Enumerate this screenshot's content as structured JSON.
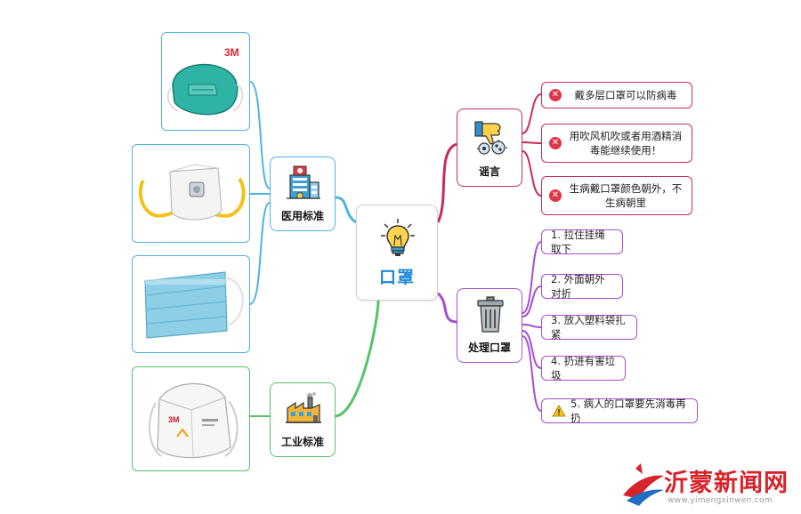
{
  "center": {
    "title": "口罩",
    "icon": "lightbulb-icon"
  },
  "branches": {
    "myths": {
      "label": "谣言",
      "icon": "thumbs-down-virus-icon",
      "color": "#c62d5a"
    },
    "disposal": {
      "label": "处理口罩",
      "icon": "trash-can-icon",
      "color": "#a64fd0"
    },
    "medical": {
      "label": "医用标准",
      "icon": "hospital-icon",
      "color": "#4fb3e0"
    },
    "industrial": {
      "label": "工业标准",
      "icon": "factory-icon",
      "color": "#56c26a"
    }
  },
  "myths": [
    {
      "text": "戴多层口罩可以防病毒"
    },
    {
      "text": "用吹风机吹或者用酒精消毒能继续使用！"
    },
    {
      "text": "生病戴口罩颜色朝外，不生病朝里"
    }
  ],
  "steps": [
    {
      "text": "1. 拉住挂绳取下"
    },
    {
      "text": "2. 外面朝外对折"
    },
    {
      "text": "3. 放入塑料袋扎紧"
    },
    {
      "text": "4. 扔进有害垃圾"
    },
    {
      "text": "5. 病人的口罩要先消毒再扔"
    }
  ],
  "images": {
    "n95_logo": "3M",
    "kn95_logo": "3M"
  },
  "watermark": {
    "name": "沂蒙新闻网",
    "url": "www.yimengxinwen.com"
  }
}
